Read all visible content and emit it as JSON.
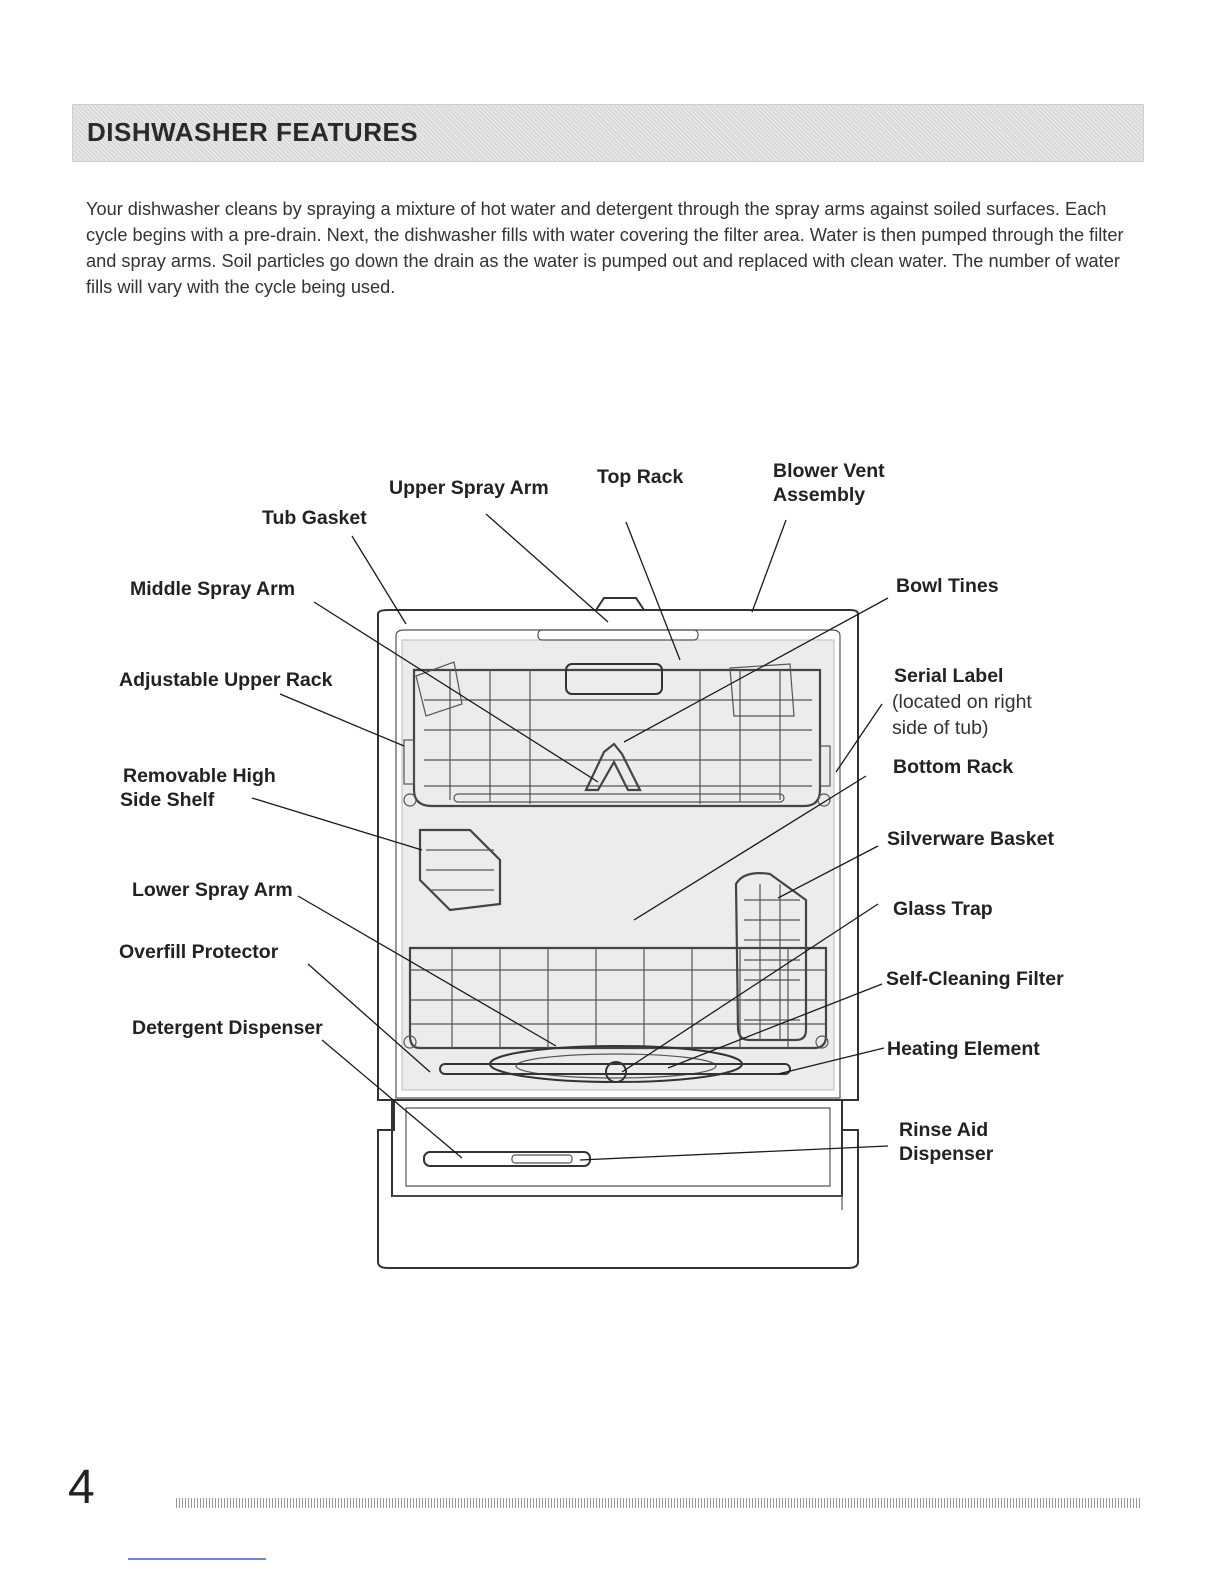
{
  "header": {
    "title": "DISHWASHER FEATURES"
  },
  "intro": {
    "text": "Your dishwasher cleans by spraying a mixture of hot water and detergent through the spray arms against soiled surfaces. Each cycle begins with a pre-drain. Next, the dishwasher fills with water covering the filter area. Water is then pumped through the filter and spray arms. Soil particles go down the drain as the water is pumped out and replaced with clean water. The number of water fills will vary with the cycle being used."
  },
  "diagram": {
    "labels": {
      "upper_spray_arm": "Upper Spray Arm",
      "top_rack": "Top Rack",
      "blower_vent_1": "Blower Vent",
      "blower_vent_2": "Assembly",
      "tub_gasket": "Tub Gasket",
      "middle_spray_arm": "Middle Spray Arm",
      "adjustable_upper_rack": "Adjustable Upper Rack",
      "removable_high_1": "Removable High",
      "removable_high_2": "Side Shelf",
      "lower_spray_arm": "Lower Spray Arm",
      "overfill_protector": "Overfill Protector",
      "detergent_dispenser": "Detergent Dispenser",
      "bowl_tines": "Bowl Tines",
      "serial_label": "Serial  Label",
      "serial_note_1": "(located on right",
      "serial_note_2": "side of tub)",
      "bottom_rack": "Bottom Rack",
      "silverware_basket": "Silverware Basket",
      "glass_trap": "Glass Trap",
      "self_cleaning_filter": "Self-Cleaning Filter",
      "heating_element": "Heating Element",
      "rinse_aid_1": "Rinse Aid",
      "rinse_aid_2": "Dispenser"
    }
  },
  "footer": {
    "page_number": "4"
  }
}
